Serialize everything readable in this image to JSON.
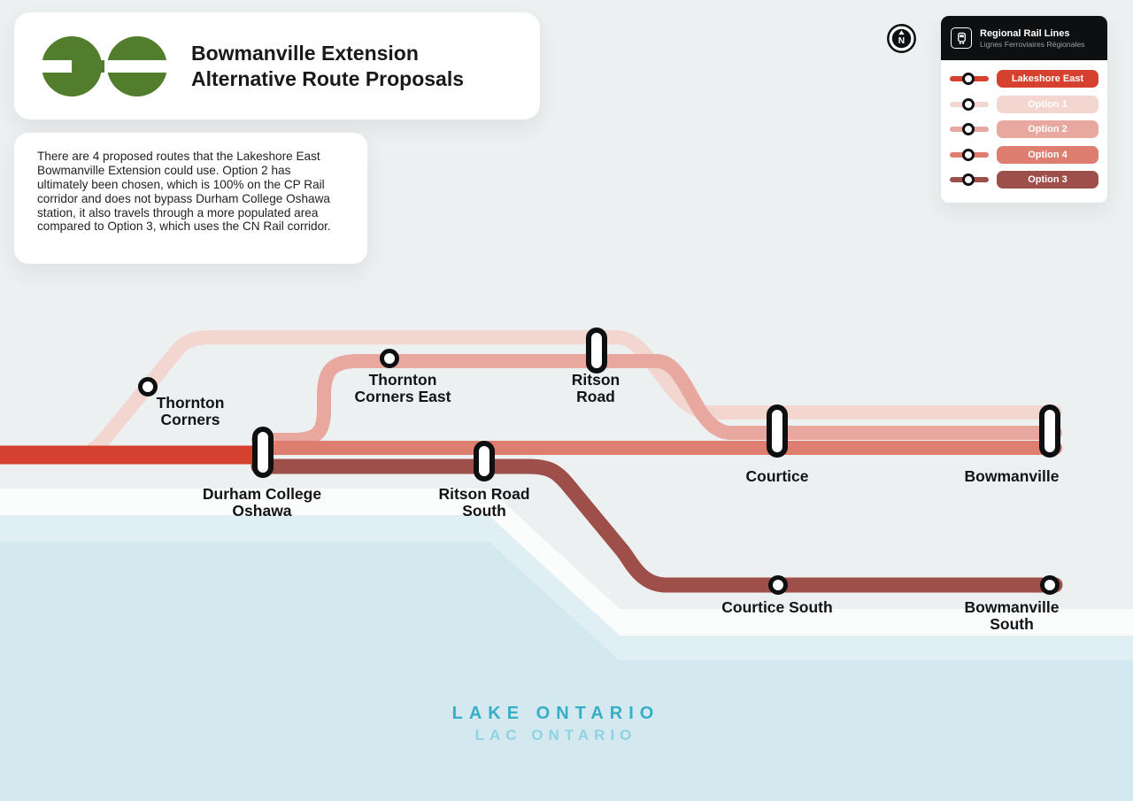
{
  "brand": {
    "go_green": "#527d2c"
  },
  "header": {
    "title_line1": "Bowmanville Extension",
    "title_line2": "Alternative Route Proposals"
  },
  "description": {
    "text": "There are 4 proposed routes that the Lakeshore East Bowmanville Extension could use. Option 2 has ultimately been chosen, which is 100% on the CP Rail corridor and does not bypass Durham College Oshawa station, it also travels through a more populated area compared to Option 3, which uses the CN Rail corridor."
  },
  "compass": {
    "letter": "N"
  },
  "legend": {
    "title": "Regional Rail Lines",
    "subtitle": "Lignes Ferroviaires Régionales",
    "items": [
      {
        "label": "Lakeshore East",
        "color": "#d6402e"
      },
      {
        "label": "Option 1",
        "color": "#f3d6d0"
      },
      {
        "label": "Option 2",
        "color": "#e9a89f"
      },
      {
        "label": "Option 4",
        "color": "#dd7e71"
      },
      {
        "label": "Option 3",
        "color": "#9e4f49"
      }
    ]
  },
  "stations": {
    "thornton_corners": {
      "line1": "Thornton",
      "line2": "Corners"
    },
    "thornton_corners_east": {
      "line1": "Thornton",
      "line2": "Corners East"
    },
    "ritson_road": {
      "line1": "Ritson",
      "line2": "Road"
    },
    "durham_college_oshawa": {
      "line1": "Durham College",
      "line2": "Oshawa"
    },
    "ritson_road_south": {
      "line1": "Ritson Road",
      "line2": "South"
    },
    "courtice": {
      "line1": "Courtice"
    },
    "bowmanville": {
      "line1": "Bowmanville"
    },
    "courtice_south": {
      "line1": "Courtice South"
    },
    "bowmanville_south": {
      "line1": "Bowmanville",
      "line2": "South"
    }
  },
  "water": {
    "label_en": "LAKE ONTARIO",
    "label_fr": "LAC ONTARIO",
    "en_color": "#38aec6",
    "fr_color": "#8fd3e2"
  }
}
